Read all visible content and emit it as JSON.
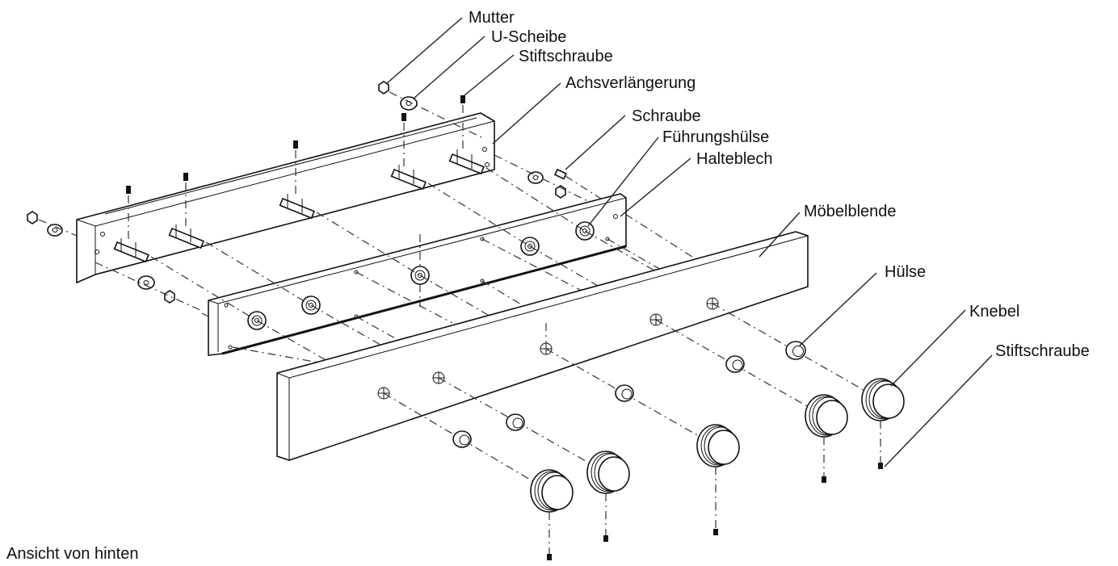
{
  "labels": {
    "mutter": "Mutter",
    "u_scheibe": "U-Scheibe",
    "stiftschraube_top": "Stiftschraube",
    "achsverlaengerung": "Achsverlängerung",
    "schraube": "Schraube",
    "fuehrungshuelse": "Führungshülse",
    "halteblech": "Halteblech",
    "moebelblende": "Möbelblende",
    "huelse": "Hülse",
    "knebel": "Knebel",
    "stiftschraube_bottom": "Stiftschraube"
  },
  "caption": "Ansicht von hinten",
  "colors": {
    "line": "#111111",
    "background": "#ffffff"
  }
}
